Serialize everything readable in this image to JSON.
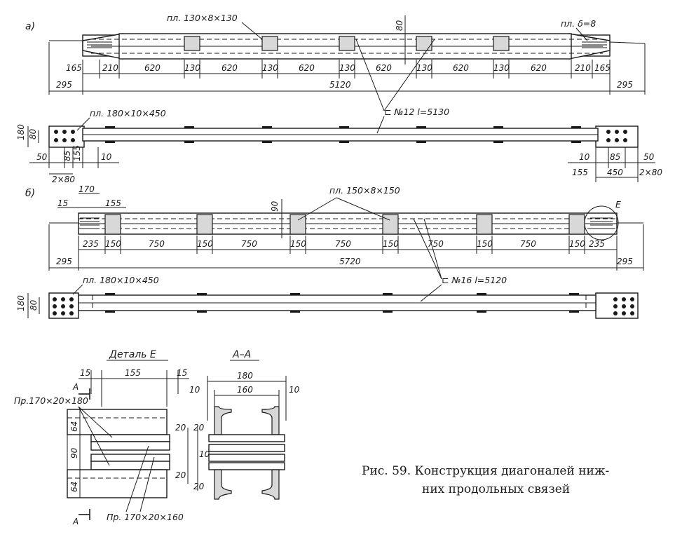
{
  "view_a": {
    "letter": "а)",
    "plate_label": "пл. 130×8×130",
    "end_plate_label": "пл. δ=8",
    "height_dim": "80",
    "dims": [
      "165",
      "210",
      "620",
      "130",
      "620",
      "130",
      "620",
      "130",
      "620",
      "130",
      "620",
      "130",
      "620",
      "210",
      "165"
    ],
    "overhang_left": "295",
    "overhang_right": "295",
    "total": "5120"
  },
  "plan_a": {
    "plate_label": "пл. 180×10×450",
    "channel_label": "⊏ №12 l=5130",
    "left_dims": {
      "h_outer": "180",
      "h_inner": "80",
      "a": "50",
      "b": "85",
      "c": "155",
      "d": "10",
      "pitch": "2×80"
    },
    "right_dims": {
      "d": "10",
      "b": "85",
      "a": "50",
      "c": "155",
      "len": "450",
      "pitch": "2×80"
    }
  },
  "view_b": {
    "letter": "б)",
    "dim_170": "170",
    "dim_15": "15",
    "dim_155": "155",
    "height_dim": "90",
    "plate_label": "пл. 150×8×150",
    "detail_ref": "Е",
    "dims": [
      "235",
      "150",
      "750",
      "150",
      "750",
      "150",
      "750",
      "150",
      "750",
      "150",
      "750",
      "150",
      "235"
    ],
    "overhang_left": "295",
    "overhang_right": "295",
    "total": "5720"
  },
  "plan_b": {
    "plate_label": "пл. 180×10×450",
    "channel_label": "⊏ №16 l=5120",
    "h_outer": "180",
    "h_inner": "80"
  },
  "detail_e": {
    "title": "Деталь Е",
    "dim_left": "15",
    "dim_mid": "155",
    "dim_right": "15",
    "section_mark": "А",
    "plate_top": "Пр.170×20×180",
    "plate_bottom": "Пр. 170×20×160",
    "v_64_top": "64",
    "v_90": "90",
    "v_64_bottom": "64",
    "r_20_a": "20",
    "r_20_b": "20",
    "r_10": "10",
    "r_20_c": "20",
    "r_20_d": "20"
  },
  "section_aa": {
    "title": "А–А",
    "w_outer": "180",
    "w_inner": "160",
    "gap_left": "10",
    "gap_right": "10"
  },
  "caption": {
    "line1": "Рис. 59. Конструкция   диагоналей   ниж-",
    "line2": "них продольных связей"
  }
}
